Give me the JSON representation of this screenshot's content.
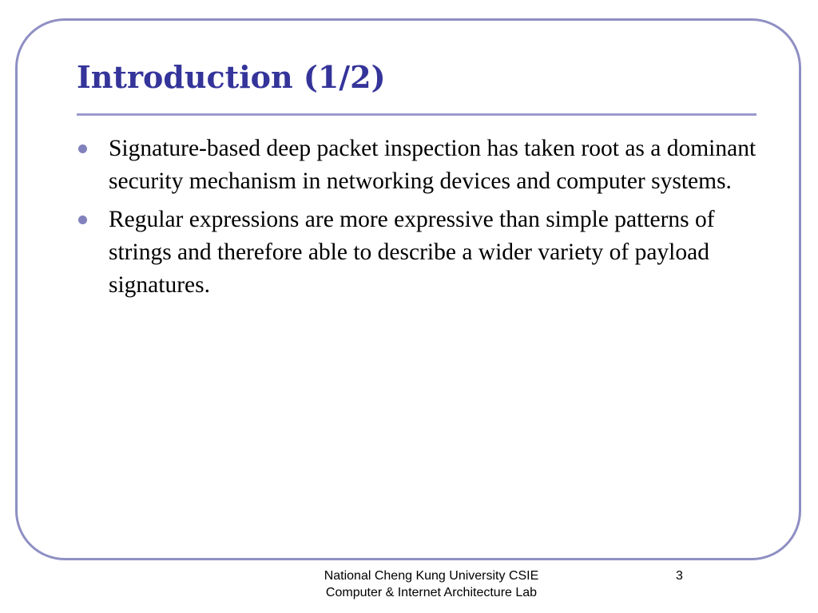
{
  "slide": {
    "title": "Introduction (1/2)",
    "bullets": [
      "Signature-based deep packet inspection has taken root as a dominant security mechanism in networking devices and computer systems.",
      "Regular expressions are more expressive than simple patterns of strings and therefore able to describe a wider variety of payload signatures."
    ],
    "footer": {
      "line1": "National Cheng Kung University CSIE",
      "line2": "Computer & Internet Architecture Lab"
    },
    "page_number": "3"
  },
  "colors": {
    "title": "#34349a",
    "frame": "#8f8fc4",
    "rule": "#9a9acc",
    "bullet": "#8181bd"
  }
}
